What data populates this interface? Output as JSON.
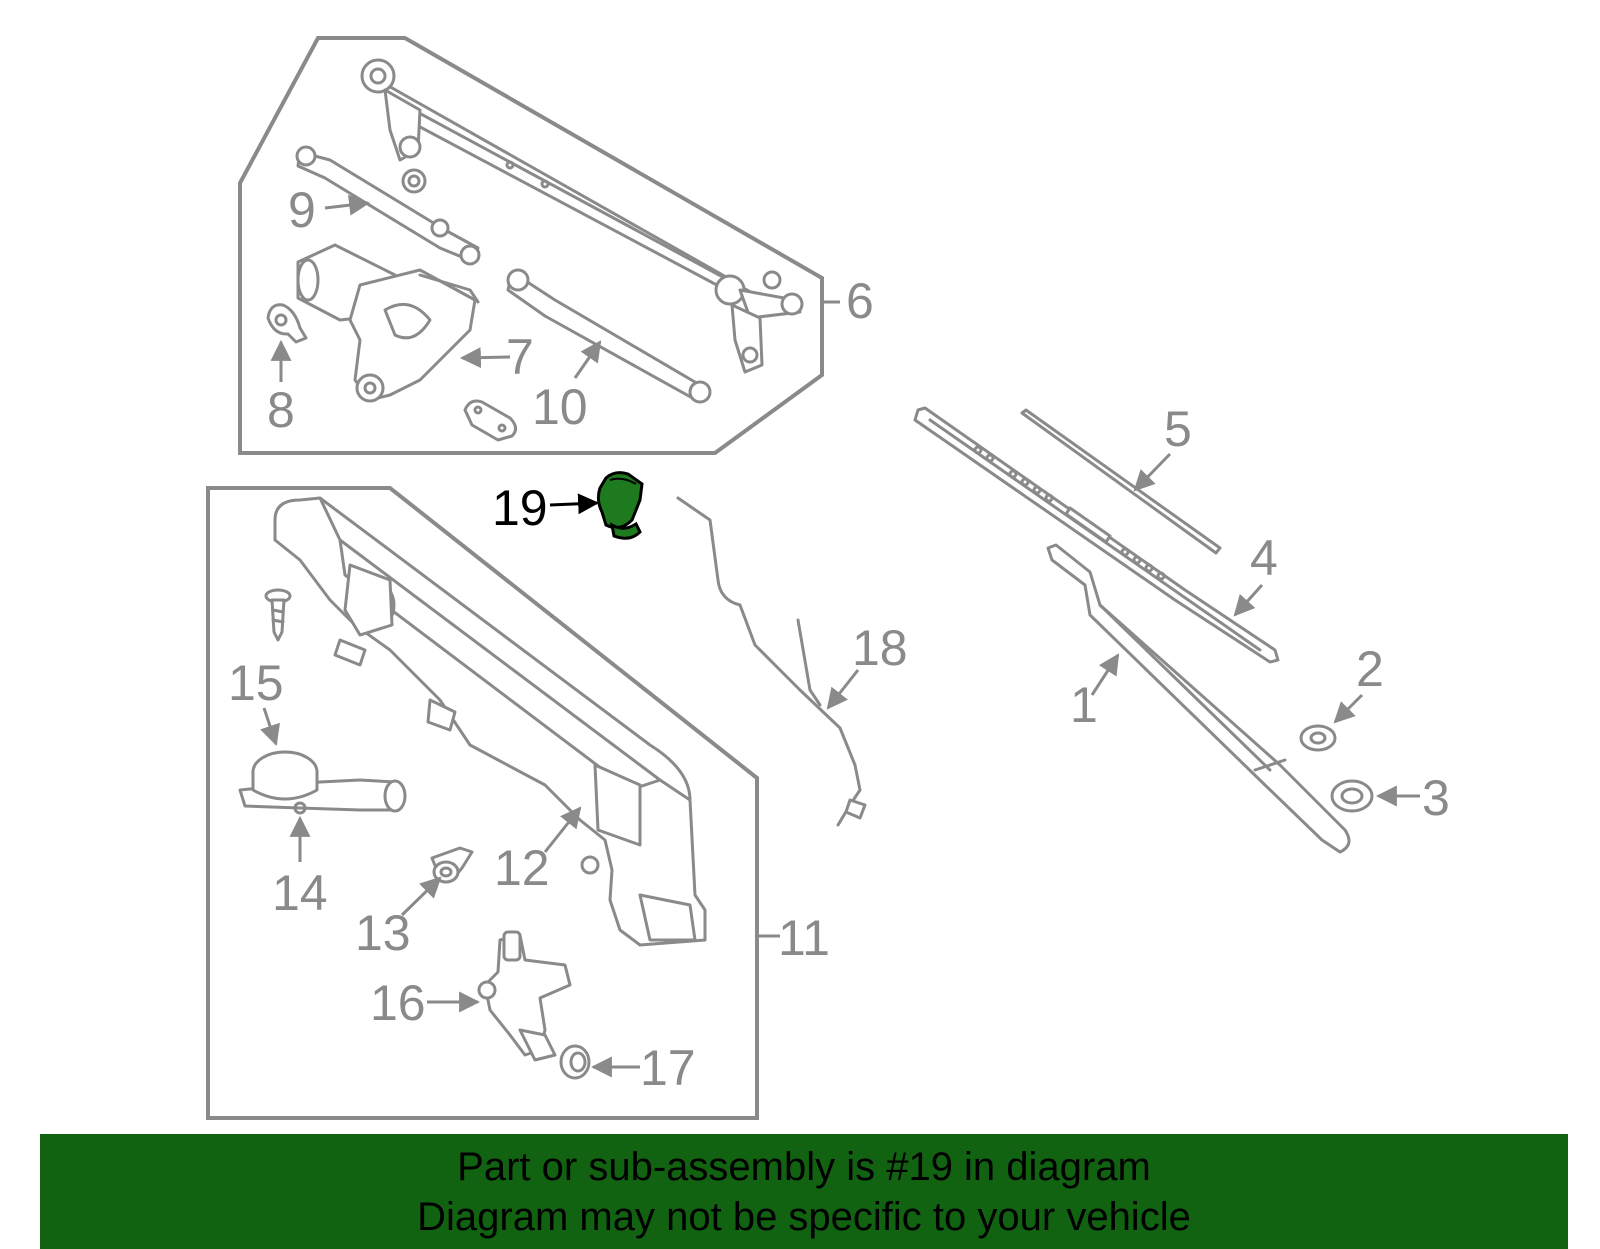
{
  "callouts": {
    "c1": "1",
    "c2": "2",
    "c3": "3",
    "c4": "4",
    "c5": "5",
    "c6": "6",
    "c7": "7",
    "c8": "8",
    "c9": "9",
    "c10": "10",
    "c11": "11",
    "c12": "12",
    "c13": "13",
    "c14": "14",
    "c15": "15",
    "c16": "16",
    "c17": "17",
    "c18": "18",
    "c19": "19"
  },
  "highlight": {
    "part": "19",
    "color": "#1e7a1e"
  },
  "banner": {
    "line1": "Part or sub-assembly is #19 in diagram",
    "line2": "Diagram may not be specific to your vehicle",
    "color": "#116311"
  }
}
